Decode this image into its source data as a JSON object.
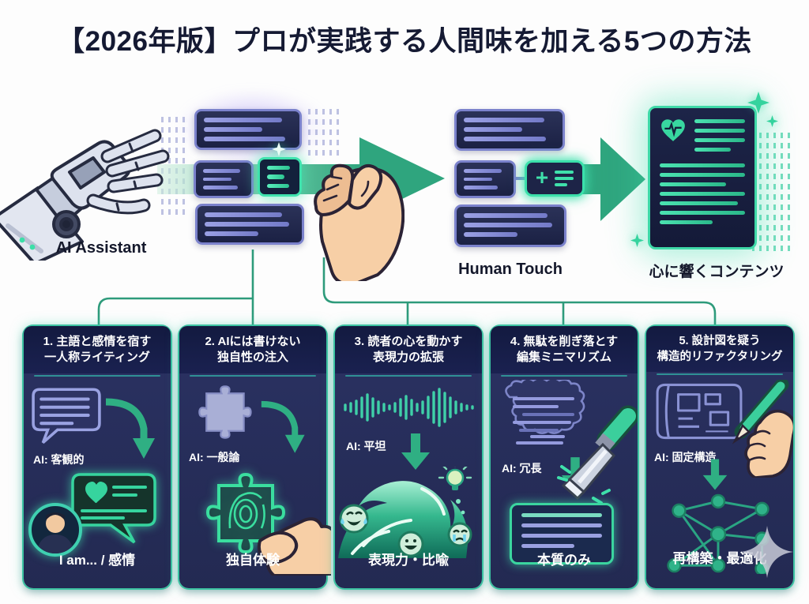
{
  "title": "【2026年版】プロが実践する人間味を加える5つの方法",
  "flow": {
    "ai_assistant_label": "AI Assistant",
    "human_touch_label": "Human Touch",
    "result_label": "心に響くコンテンツ"
  },
  "icons": {
    "plus": "+"
  },
  "cards": [
    {
      "title1": "1. 主語と感情を宿す",
      "title2": "一人称ライティング",
      "ai_label": "AI: 客観的",
      "result_label": "I am... / 感情"
    },
    {
      "title1": "2. AIには書けない",
      "title2": "独自性の注入",
      "ai_label": "AI: 一般論",
      "result_label": "独自体験"
    },
    {
      "title1": "3. 読者の心を動かす",
      "title2": "表現力の拡張",
      "ai_label": "AI: 平坦",
      "result_label": "表現力・比喩"
    },
    {
      "title1": "4. 無駄を削ぎ落とす",
      "title2": "編集ミニマリズム",
      "ai_label": "AI: 冗長",
      "result_label": "本質のみ"
    },
    {
      "title1": "5. 設計図を疑う",
      "title2": "構造的リファクタリング",
      "ai_label": "AI: 固定構造",
      "result_label": "再構築・最適化"
    }
  ],
  "colors": {
    "arrow_green": "#2fa57e",
    "mint": "#3fe0ab",
    "card_navy": "#262d59",
    "header_navy": "#141b41",
    "ink": "#151a33"
  }
}
